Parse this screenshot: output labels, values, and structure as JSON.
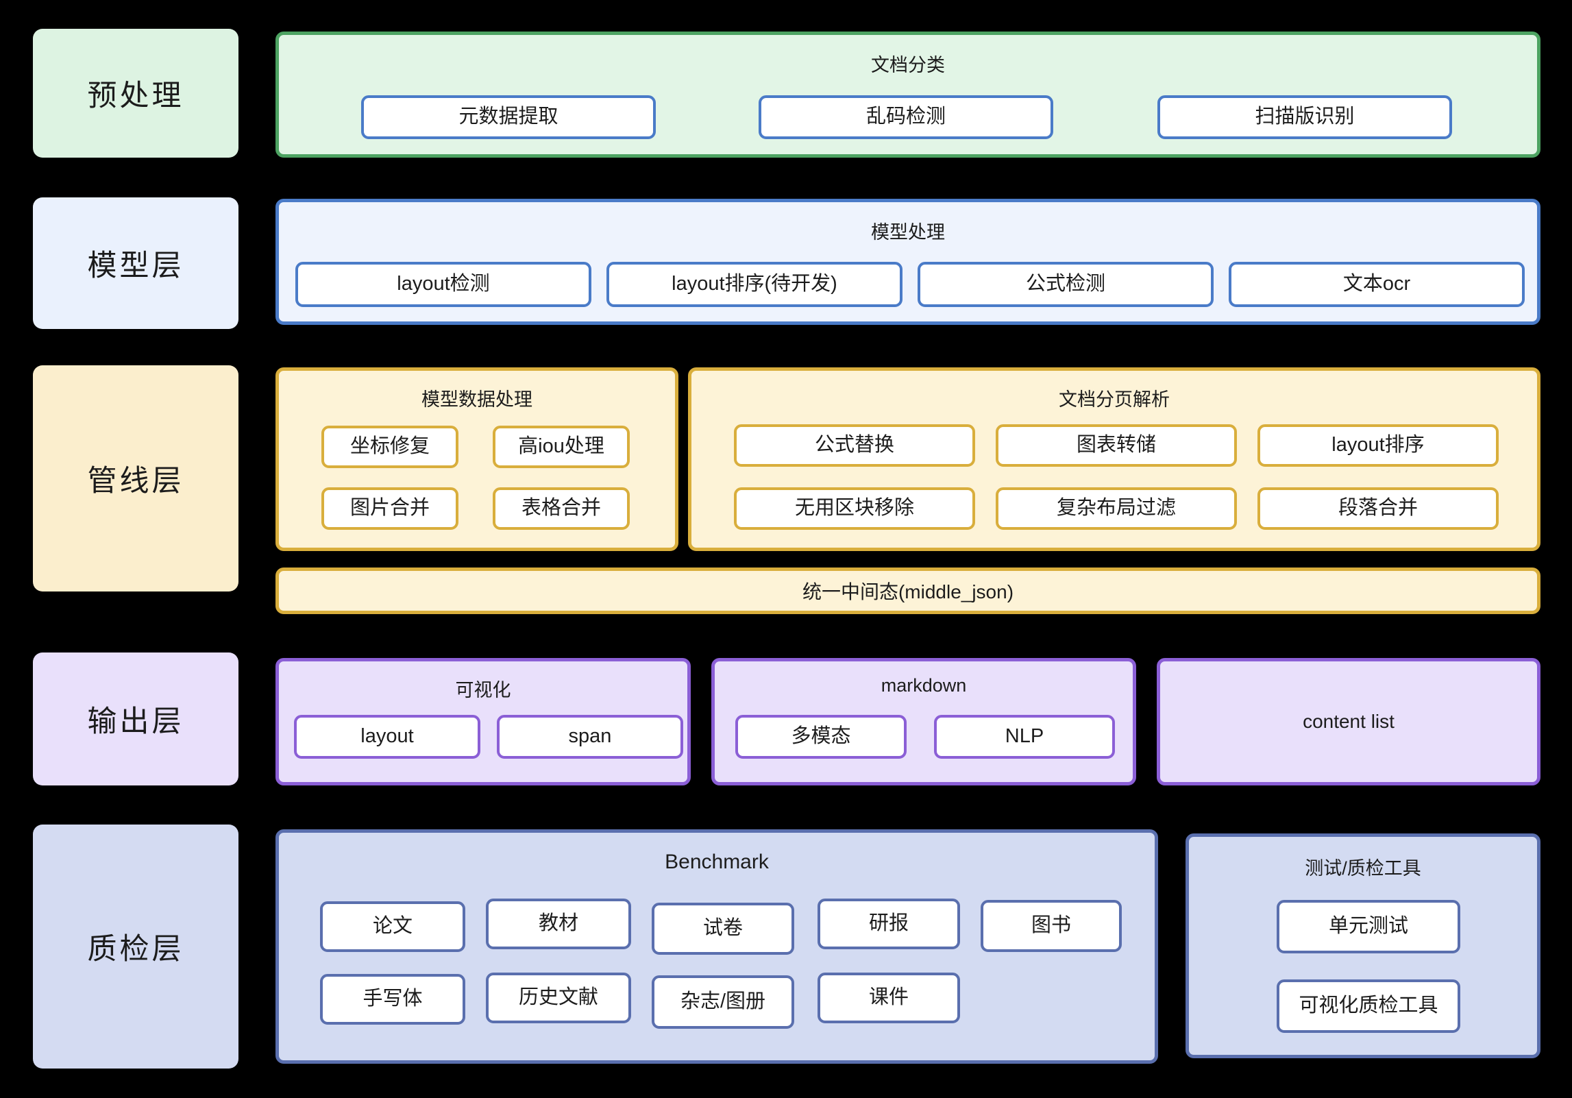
{
  "layers": [
    {
      "id": "preprocess",
      "label": "预处理"
    },
    {
      "id": "model",
      "label": "模型层"
    },
    {
      "id": "pipeline",
      "label": "管线层"
    },
    {
      "id": "output",
      "label": "输出层"
    },
    {
      "id": "qa",
      "label": "质检层"
    }
  ],
  "colors": {
    "green_fill": "#e2f5e6",
    "green_border": "#4da362",
    "blue_fill": "#eef3fd",
    "blue_border": "#4a7bc8",
    "yellow_fill": "#fdf3d7",
    "yellow_border": "#d9ae3c",
    "purple_fill": "#e9e0fb",
    "purple_border": "#8b5fd6",
    "qa_fill": "#d3dbf2",
    "qa_border": "#5a6fae",
    "chip_fill": "#ffffff",
    "background": "#000000",
    "label_pre": "#ddf3e2",
    "label_model": "#eaf1fd",
    "label_pipe": "#fbeecd",
    "label_out": "#e9e0fb",
    "label_qa": "#d4dbf2"
  },
  "preprocess": {
    "group_title": "文档分类",
    "items": [
      {
        "label": "元数据提取"
      },
      {
        "label": "乱码检测"
      },
      {
        "label": "扫描版识别"
      }
    ]
  },
  "model": {
    "group_title": "模型处理",
    "items": [
      {
        "label": "layout检测"
      },
      {
        "label": "layout排序(待开发)"
      },
      {
        "label": "公式检测"
      },
      {
        "label": "文本ocr"
      }
    ]
  },
  "pipeline": {
    "group_model_data": {
      "title": "模型数据处理",
      "items": [
        {
          "label": "坐标修复"
        },
        {
          "label": "高iou处理"
        },
        {
          "label": "图片合并"
        },
        {
          "label": "表格合并"
        }
      ]
    },
    "group_page_parse": {
      "title": "文档分页解析",
      "items": [
        {
          "label": "公式替换"
        },
        {
          "label": "图表转储"
        },
        {
          "label": "layout排序"
        },
        {
          "label": "无用区块移除"
        },
        {
          "label": "复杂布局过滤"
        },
        {
          "label": "段落合并"
        }
      ]
    },
    "middle_state_bar": "统一中间态(middle_json)"
  },
  "output": {
    "groups": [
      {
        "title": "可视化",
        "items": [
          {
            "label": "layout"
          },
          {
            "label": "span"
          }
        ]
      },
      {
        "title": "markdown",
        "items": [
          {
            "label": "多模态"
          },
          {
            "label": "NLP"
          }
        ]
      },
      {
        "title": "content list",
        "items": []
      }
    ]
  },
  "qa": {
    "benchmark": {
      "title": "Benchmark",
      "row1": [
        {
          "label": "论文"
        },
        {
          "label": "教材"
        },
        {
          "label": "试卷"
        },
        {
          "label": "研报"
        },
        {
          "label": "图书"
        }
      ],
      "row2": [
        {
          "label": "手写体"
        },
        {
          "label": "历史文献"
        },
        {
          "label": "杂志/图册"
        },
        {
          "label": "课件"
        }
      ]
    },
    "tools": {
      "title": "测试/质检工具",
      "items": [
        {
          "label": "单元测试"
        },
        {
          "label": "可视化质检工具"
        }
      ]
    }
  }
}
